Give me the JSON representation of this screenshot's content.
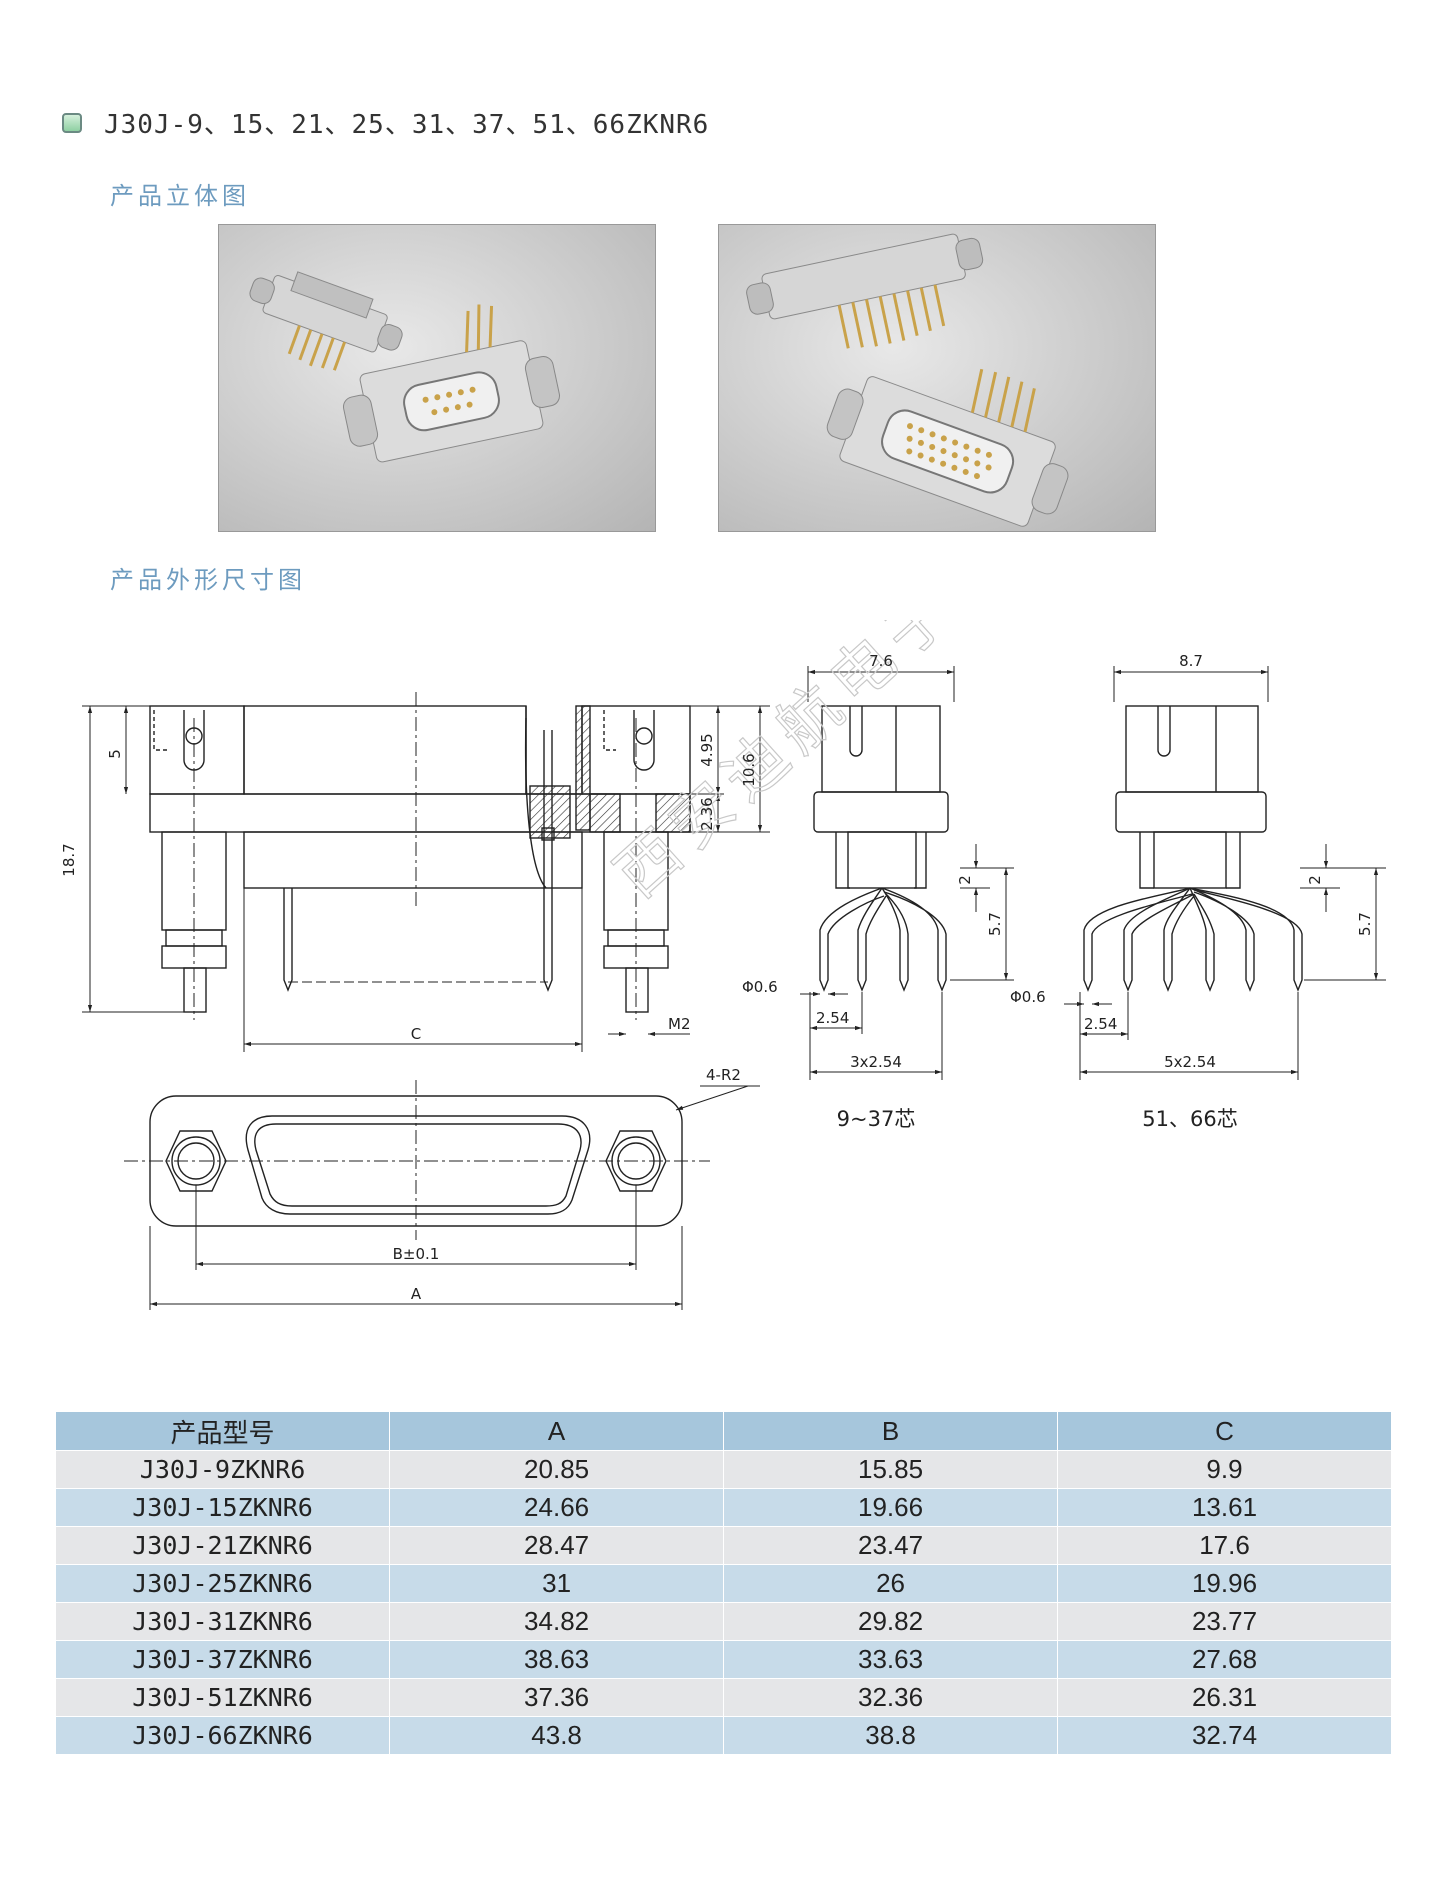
{
  "title": "J30J-9、15、21、25、31、37、51、66ZKNR6",
  "section_3d": "产品立体图",
  "section_dim": "产品外形尺寸图",
  "watermark": "西安迪航电子",
  "dims": {
    "top_5": "5",
    "top_495": "4.95",
    "top_236": "2.36",
    "top_106": "10.6",
    "top_187": "18.7",
    "top_C": "C",
    "top_M2": "M2",
    "plan_4R2": "4-R2",
    "plan_B": "B±0.1",
    "plan_A": "A",
    "s1_width": "7.6",
    "s1_2": "2",
    "s1_57": "5.7",
    "s1_phi": "Φ0.6",
    "s1_254": "2.54",
    "s1_3x": "3x2.54",
    "s1_caption": "9~37芯",
    "s2_width": "8.7",
    "s2_2": "2",
    "s2_57": "5.7",
    "s2_phi": "Φ0.6",
    "s2_254": "2.54",
    "s2_5x": "5x2.54",
    "s2_caption": "51、66芯"
  },
  "table": {
    "headers": [
      "产品型号",
      "A",
      "B",
      "C"
    ],
    "rows": [
      [
        "J30J-9ZKNR6",
        "20.85",
        "15.85",
        "9.9"
      ],
      [
        "J30J-15ZKNR6",
        "24.66",
        "19.66",
        "13.61"
      ],
      [
        "J30J-21ZKNR6",
        "28.47",
        "23.47",
        "17.6"
      ],
      [
        "J30J-25ZKNR6",
        "31",
        "26",
        "19.96"
      ],
      [
        "J30J-31ZKNR6",
        "34.82",
        "29.82",
        "23.77"
      ],
      [
        "J30J-37ZKNR6",
        "38.63",
        "33.63",
        "27.68"
      ],
      [
        "J30J-51ZKNR6",
        "37.36",
        "32.36",
        "26.31"
      ],
      [
        "J30J-66ZKNR6",
        "43.8",
        "38.8",
        "32.74"
      ]
    ]
  }
}
